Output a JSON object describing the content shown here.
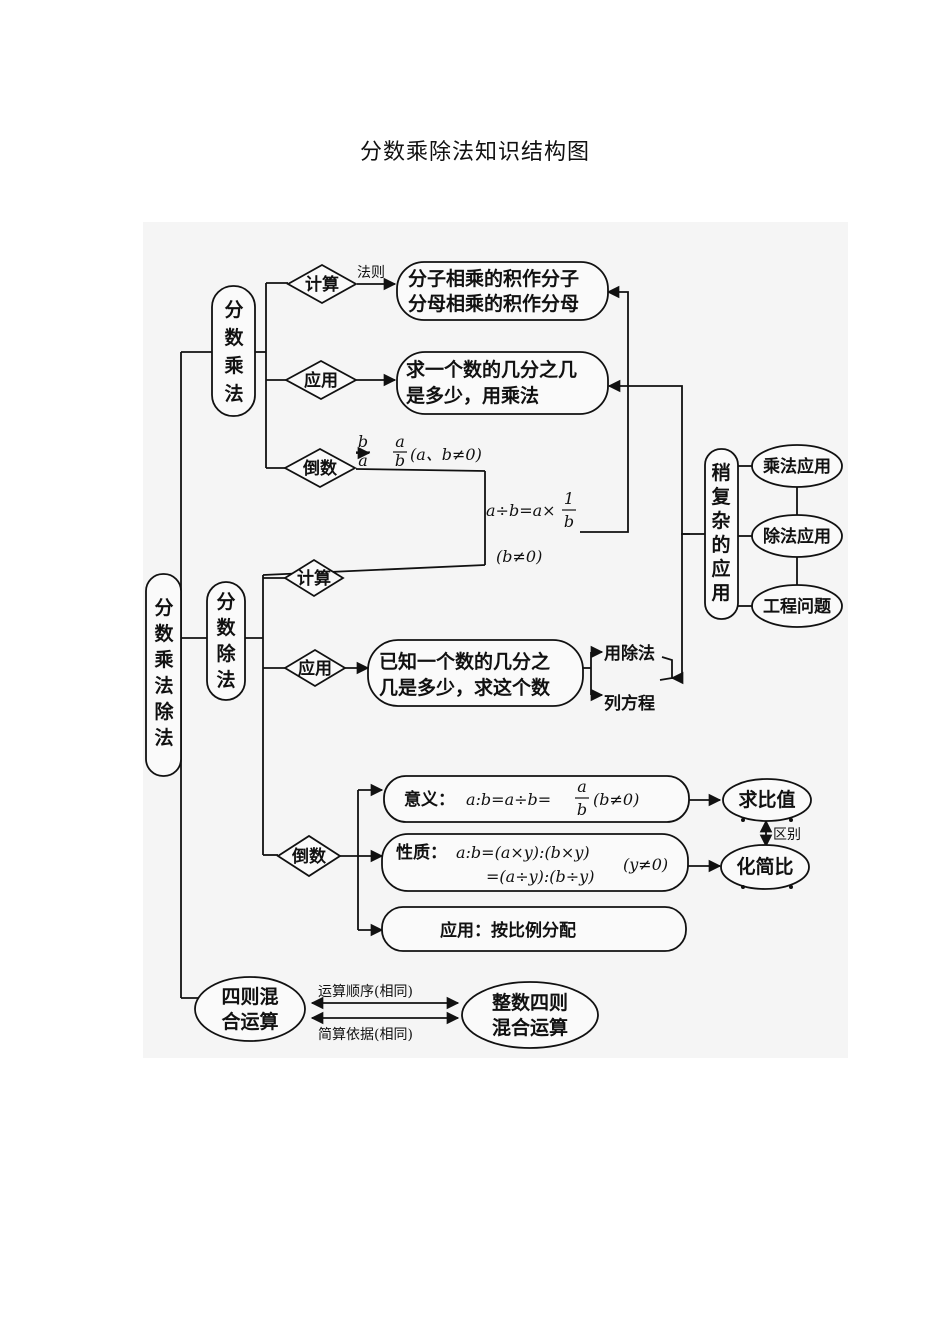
{
  "title": "分数乘除法知识结构图",
  "root": [
    "分",
    "数",
    "乘",
    "法",
    "除",
    "法"
  ],
  "mult": {
    "label": [
      "分",
      "数",
      "乘",
      "法"
    ],
    "calc": "计算",
    "calc_rule_label": "法则",
    "calc_rule": [
      "分子相乘的积作分子",
      "分母相乘的积作分母"
    ],
    "app": "应用",
    "app_text": [
      "求一个数的几分之几",
      "是多少，用乘法"
    ],
    "recip": "倒数",
    "recip_b": "b",
    "recip_a": "a",
    "recip_cond": "(a、b≠0)"
  },
  "div_formula": {
    "lhs": "a÷b=a×",
    "num": "1",
    "den": "b",
    "cond": "(b≠0)"
  },
  "div": {
    "label": [
      "分",
      "数",
      "除",
      "法"
    ],
    "calc": "计算",
    "app": "应用",
    "app_text": [
      "已知一个数的几分之",
      "几是多少，求这个数"
    ],
    "method1": "用除法",
    "method2": "列方程"
  },
  "complex": {
    "label": [
      "稍",
      "复",
      "杂",
      "的",
      "应",
      "用"
    ],
    "items": [
      "乘法应用",
      "除法应用",
      "工程问题"
    ]
  },
  "ratio": {
    "node": "倒数",
    "meaning_prefix": "意义：",
    "meaning_formula": "a:b=a÷b=",
    "meaning_num": "a",
    "meaning_den": "b",
    "meaning_cond": "(b≠0)",
    "property_prefix": "性质：",
    "property_line1": "a:b=(a×y):(b×y)",
    "property_line2": "=(a÷y):(b÷y)",
    "property_cond": "(y≠0)",
    "application": "应用：按比例分配",
    "find_ratio": "求比值",
    "simplify": "化简比",
    "difference": "区别"
  },
  "mixed": {
    "node": [
      "四则混",
      "合运算"
    ],
    "order": "运算顺序(相同)",
    "basis": "简算依据(相同)",
    "integer": [
      "整数四则",
      "混合运算"
    ]
  }
}
